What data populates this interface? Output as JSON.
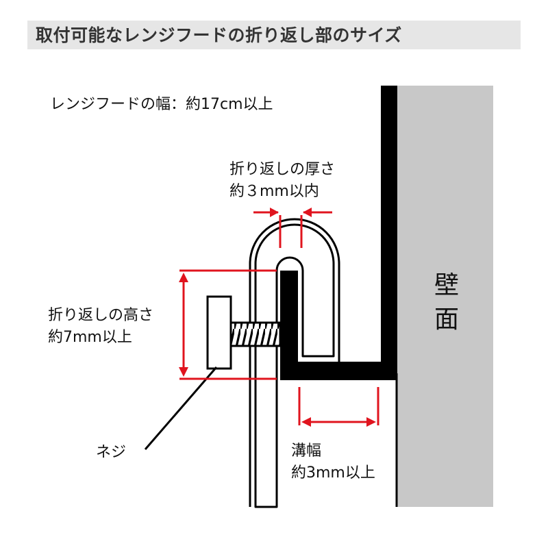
{
  "title": "取付可能なレンジフードの折り返し部のサイズ",
  "labels": {
    "hood_width": "レンジフードの幅：約17cm以上",
    "thickness_line1": "折り返しの厚さ",
    "thickness_line2": "約３mm以内",
    "height_line1": "折り返しの高さ",
    "height_line2": "約7mm以上",
    "screw": "ネジ",
    "groove_line1": "溝幅",
    "groove_line2": "約3mm以上",
    "wall_line1": "壁",
    "wall_line2": "面"
  },
  "colors": {
    "dimension": "#e0141e",
    "wall": "#c8c8c8",
    "title_bg": "#e6e6e6",
    "title_text": "#333333",
    "stroke": "#000000"
  }
}
